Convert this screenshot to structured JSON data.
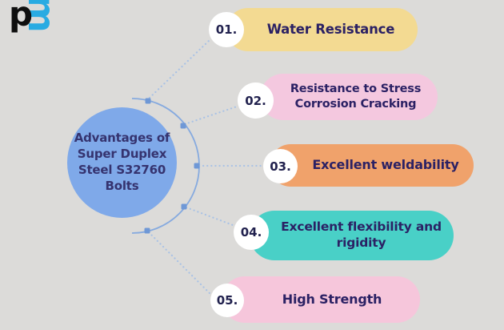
{
  "canvas": {
    "background": "#dcdbd9"
  },
  "logo": {
    "letter_m": "m",
    "letter_p": "p",
    "m_color": "#29abe2",
    "p_color": "#0f0f0f"
  },
  "center": {
    "title": "Advantages of Super Duplex Steel S32760 Bolts",
    "lines": [
      "Advantages of",
      "Super Duplex",
      "Steel S32760",
      "Bolts"
    ],
    "fill": "#7fa9e9",
    "text_color": "#35336f"
  },
  "connector": {
    "arc_color": "#86aadf",
    "node_color": "#6f98d6",
    "dot_color": "#a9c2e5"
  },
  "text_colors": {
    "label": "#2b2164",
    "number": "#21214e"
  },
  "items": [
    {
      "number": "01.",
      "label": "Water Resistance",
      "lines": [
        "Water Resistance"
      ],
      "color": "#f3da92"
    },
    {
      "number": "02.",
      "label": "Resistance to Stress Corrosion Cracking",
      "lines": [
        "Resistance to Stress",
        "Corrosion Cracking"
      ],
      "color": "#f4c8df"
    },
    {
      "number": "03.",
      "label": "Excellent weldability",
      "lines": [
        "Excellent weldability"
      ],
      "color": "#f0a26b"
    },
    {
      "number": "04.",
      "label": "Excellent flexibility and rigidity",
      "lines": [
        "Excellent flexibility and",
        "rigidity"
      ],
      "color": "#49d0c7"
    },
    {
      "number": "05.",
      "label": "High Strength",
      "lines": [
        "High Strength"
      ],
      "color": "#f6c6db"
    }
  ]
}
